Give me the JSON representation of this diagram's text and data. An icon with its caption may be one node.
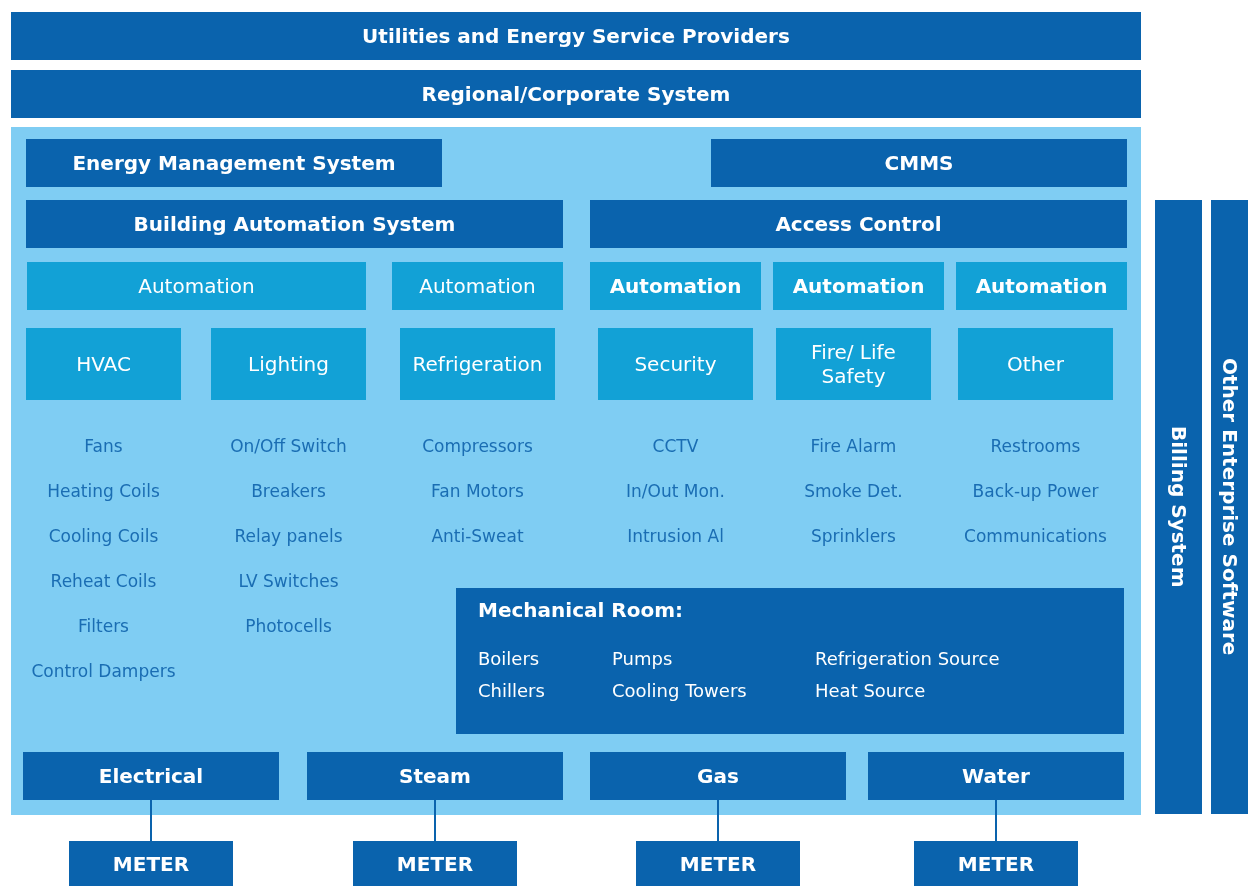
{
  "diagram": {
    "nodes": [
      {
        "text": [
          "Utilities and Energy Service Providers"
        ]
      },
      {
        "text": [
          "Regional/Corporate System"
        ]
      },
      {
        "text": [],
        "shape": "box"
      },
      {
        "text": [
          "Energy Management System"
        ],
        "in": 2
      },
      {
        "text": [
          "CMMS"
        ],
        "in": 2
      },
      {
        "text": [
          "Building Automation System"
        ],
        "in": 2
      },
      {
        "text": [
          "Access Control"
        ],
        "in": 2
      },
      {
        "text": [
          "Automation"
        ],
        "in": 2
      },
      {
        "text": [
          "Automation"
        ],
        "in": 2
      },
      {
        "text": [
          "Automation"
        ],
        "in": 2
      },
      {
        "text": [
          "Automation"
        ],
        "in": 2
      },
      {
        "text": [
          "Automation"
        ],
        "in": 2
      },
      {
        "text": [
          "HVAC"
        ],
        "in": 2,
        "beside": [
          "Fans",
          "Heating Coils",
          "Cooling Coils",
          "Reheat Coils",
          "Filters",
          "Control Dampers"
        ]
      },
      {
        "text": [
          "Lighting"
        ],
        "in": 2,
        "beside": [
          "On/Off Switch",
          "Breakers",
          "Relay panels",
          "LV Switches",
          "Photocells"
        ]
      },
      {
        "text": [
          "Refrigeration"
        ],
        "in": 2,
        "beside": [
          "Compressors",
          "Fan Motors",
          "Anti-Sweat"
        ]
      },
      {
        "text": [
          "Security"
        ],
        "in": 2,
        "beside": [
          "CCTV",
          "In/Out Mon.",
          "Intrusion Al"
        ]
      },
      {
        "text": [
          "Fire/ Life Safety"
        ],
        "in": 2,
        "beside": [
          "Fire Alarm",
          "Smoke Det.",
          "Sprinklers"
        ]
      },
      {
        "text": [
          "Other"
        ],
        "in": 2,
        "beside": [
          "Restrooms",
          "Back-up Power",
          "Communications"
        ]
      },
      {
        "text": [
          "Mechanical Room:",
          "Boilers",
          "Pumps",
          "Refrigeration Source",
          "Chillers",
          "Cooling Towers",
          "Heat Source"
        ],
        "in": 2
      },
      {
        "text": [
          "Electrical"
        ],
        "in": 2
      },
      {
        "text": [
          "Steam"
        ],
        "in": 2
      },
      {
        "text": [
          "Gas"
        ],
        "in": 2
      },
      {
        "text": [
          "Water"
        ],
        "in": 2
      },
      {
        "text": [
          "Billing System"
        ]
      },
      {
        "text": [
          "Other Enterprise Software"
        ]
      },
      {
        "text": [
          "METER"
        ]
      },
      {
        "text": [
          "METER"
        ]
      },
      {
        "text": [
          "METER"
        ]
      },
      {
        "text": [
          "METER"
        ]
      }
    ],
    "edges": [
      {
        "from": 19,
        "to": 25,
        "arrow": "none"
      },
      {
        "from": 20,
        "to": 26,
        "arrow": "none"
      },
      {
        "from": 21,
        "to": 27,
        "arrow": "none"
      },
      {
        "from": 22,
        "to": 28,
        "arrow": "none"
      }
    ]
  }
}
